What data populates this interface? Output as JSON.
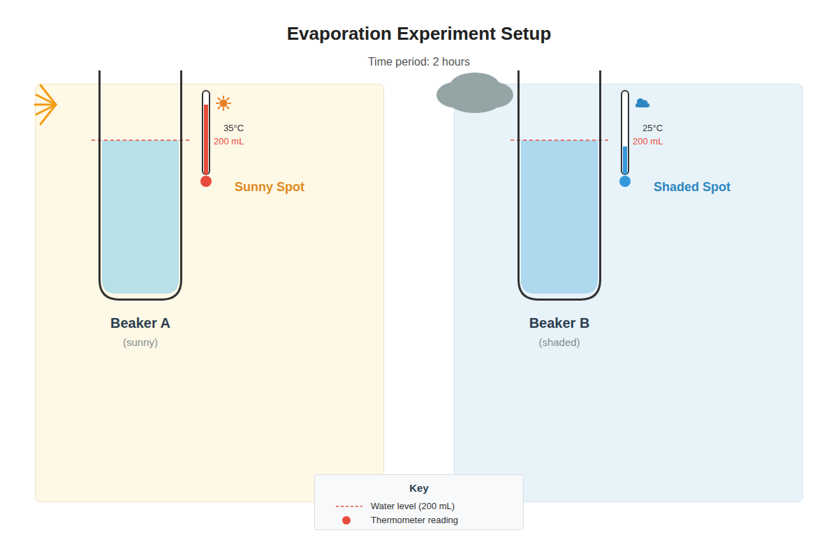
{
  "diagram": {
    "title": "Evaporation Experiment Setup",
    "nodes": [
      {
        "text": [
          "Sunny Spot"
        ]
      },
      {
        "text": [
          "Beaker A",
          "(sunny)"
        ],
        "in": 0
      },
      {
        "text": [
          "Shaded Spot"
        ]
      },
      {
        "text": [
          "Beaker B",
          "(shaded)"
        ],
        "in": 2
      }
    ],
    "labels": [
      "Time period: 2 hours",
      "35°C",
      "200 mL",
      "25°C",
      "200 mL",
      "Key"
    ],
    "legend": [
      {
        "text": "Water level (200 mL)"
      },
      {
        "text": "Thermometer reading",
        "color": "#e74c3c"
      }
    ]
  }
}
